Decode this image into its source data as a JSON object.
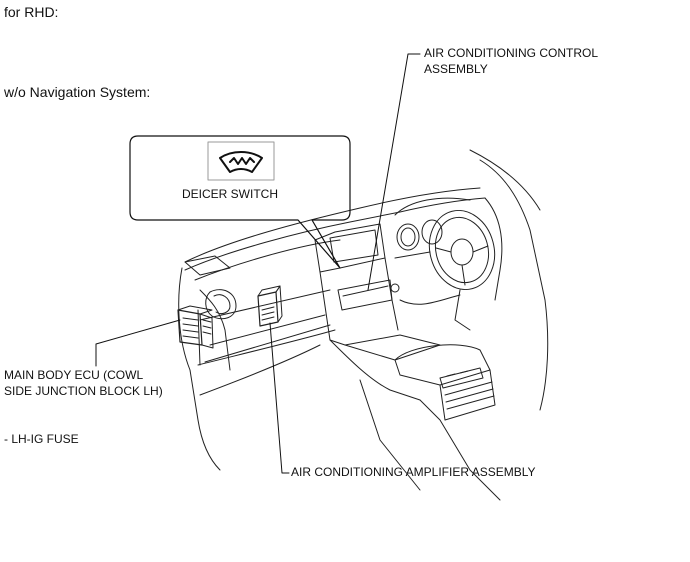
{
  "header": {
    "variant": "for RHD:",
    "subvariant": "w/o Navigation System:"
  },
  "callouts": {
    "ac_control": [
      "AIR CONDITIONING CONTROL",
      "ASSEMBLY"
    ],
    "deicer_switch": "DEICER SWITCH",
    "main_body_ecu": [
      "MAIN BODY ECU (COWL",
      "SIDE JUNCTION BLOCK LH)"
    ],
    "fuse": "- LH-IG FUSE",
    "ac_amplifier": "AIR CONDITIONING AMPLIFIER ASSEMBLY"
  },
  "icons": {
    "deicer": "windshield-deicer-icon"
  }
}
